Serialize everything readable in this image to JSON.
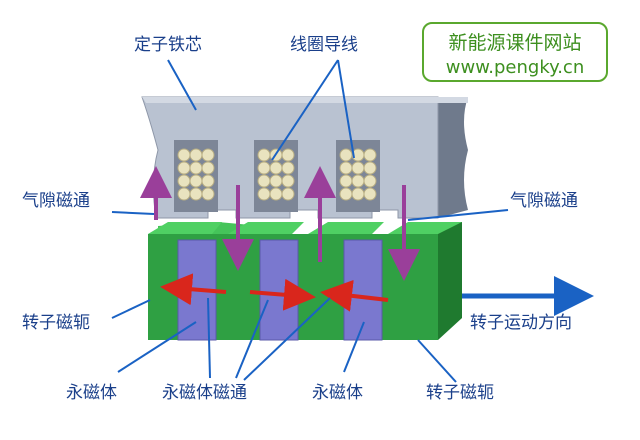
{
  "labels": {
    "stator_core": "定子铁芯",
    "coil_wire": "线圈导线",
    "airgap_flux_left": "气隙磁通",
    "airgap_flux_right": "气隙磁通",
    "rotor_yoke_left": "转子磁轭",
    "rotor_direction": "转子运动方向",
    "pm_left": "永磁体",
    "pm_flux": "永磁体磁通",
    "pm_right": "永磁体",
    "rotor_yoke_bottom": "转子磁轭"
  },
  "site": {
    "name": "新能源课件网站",
    "url": "www.pengky.cn"
  },
  "colors": {
    "stator": "#b9c2d1",
    "rotor_green": "#2fa043",
    "magnet": "#7a78cf",
    "coil": "#e9e3bf",
    "flux_arrow": "#9a3f9a",
    "pm_flux_arrow": "#d9261c",
    "direction_arrow": "#1a62c4",
    "label_text": "#1a3f8a",
    "site_text": "#3d8f1f"
  }
}
